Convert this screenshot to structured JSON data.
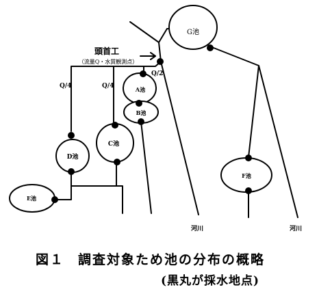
{
  "diagram": {
    "headworks_label": "頭首工",
    "headworks_note": "（流量Q・水質観測点）",
    "flow_labels": {
      "left": "Q/4",
      "middle": "Q/4",
      "right": "Q/2"
    },
    "ponds": {
      "G": "G池",
      "A": "A池",
      "B": "B池",
      "C": "C池",
      "D": "D池",
      "E": "E池",
      "F": "F池"
    },
    "river_labels": {
      "left": "河川",
      "right": "河川"
    }
  },
  "caption": {
    "figure_number": "図１",
    "title": "調査対象ため池の分布の概略",
    "subtitle": "(黒丸が採水地点)"
  }
}
